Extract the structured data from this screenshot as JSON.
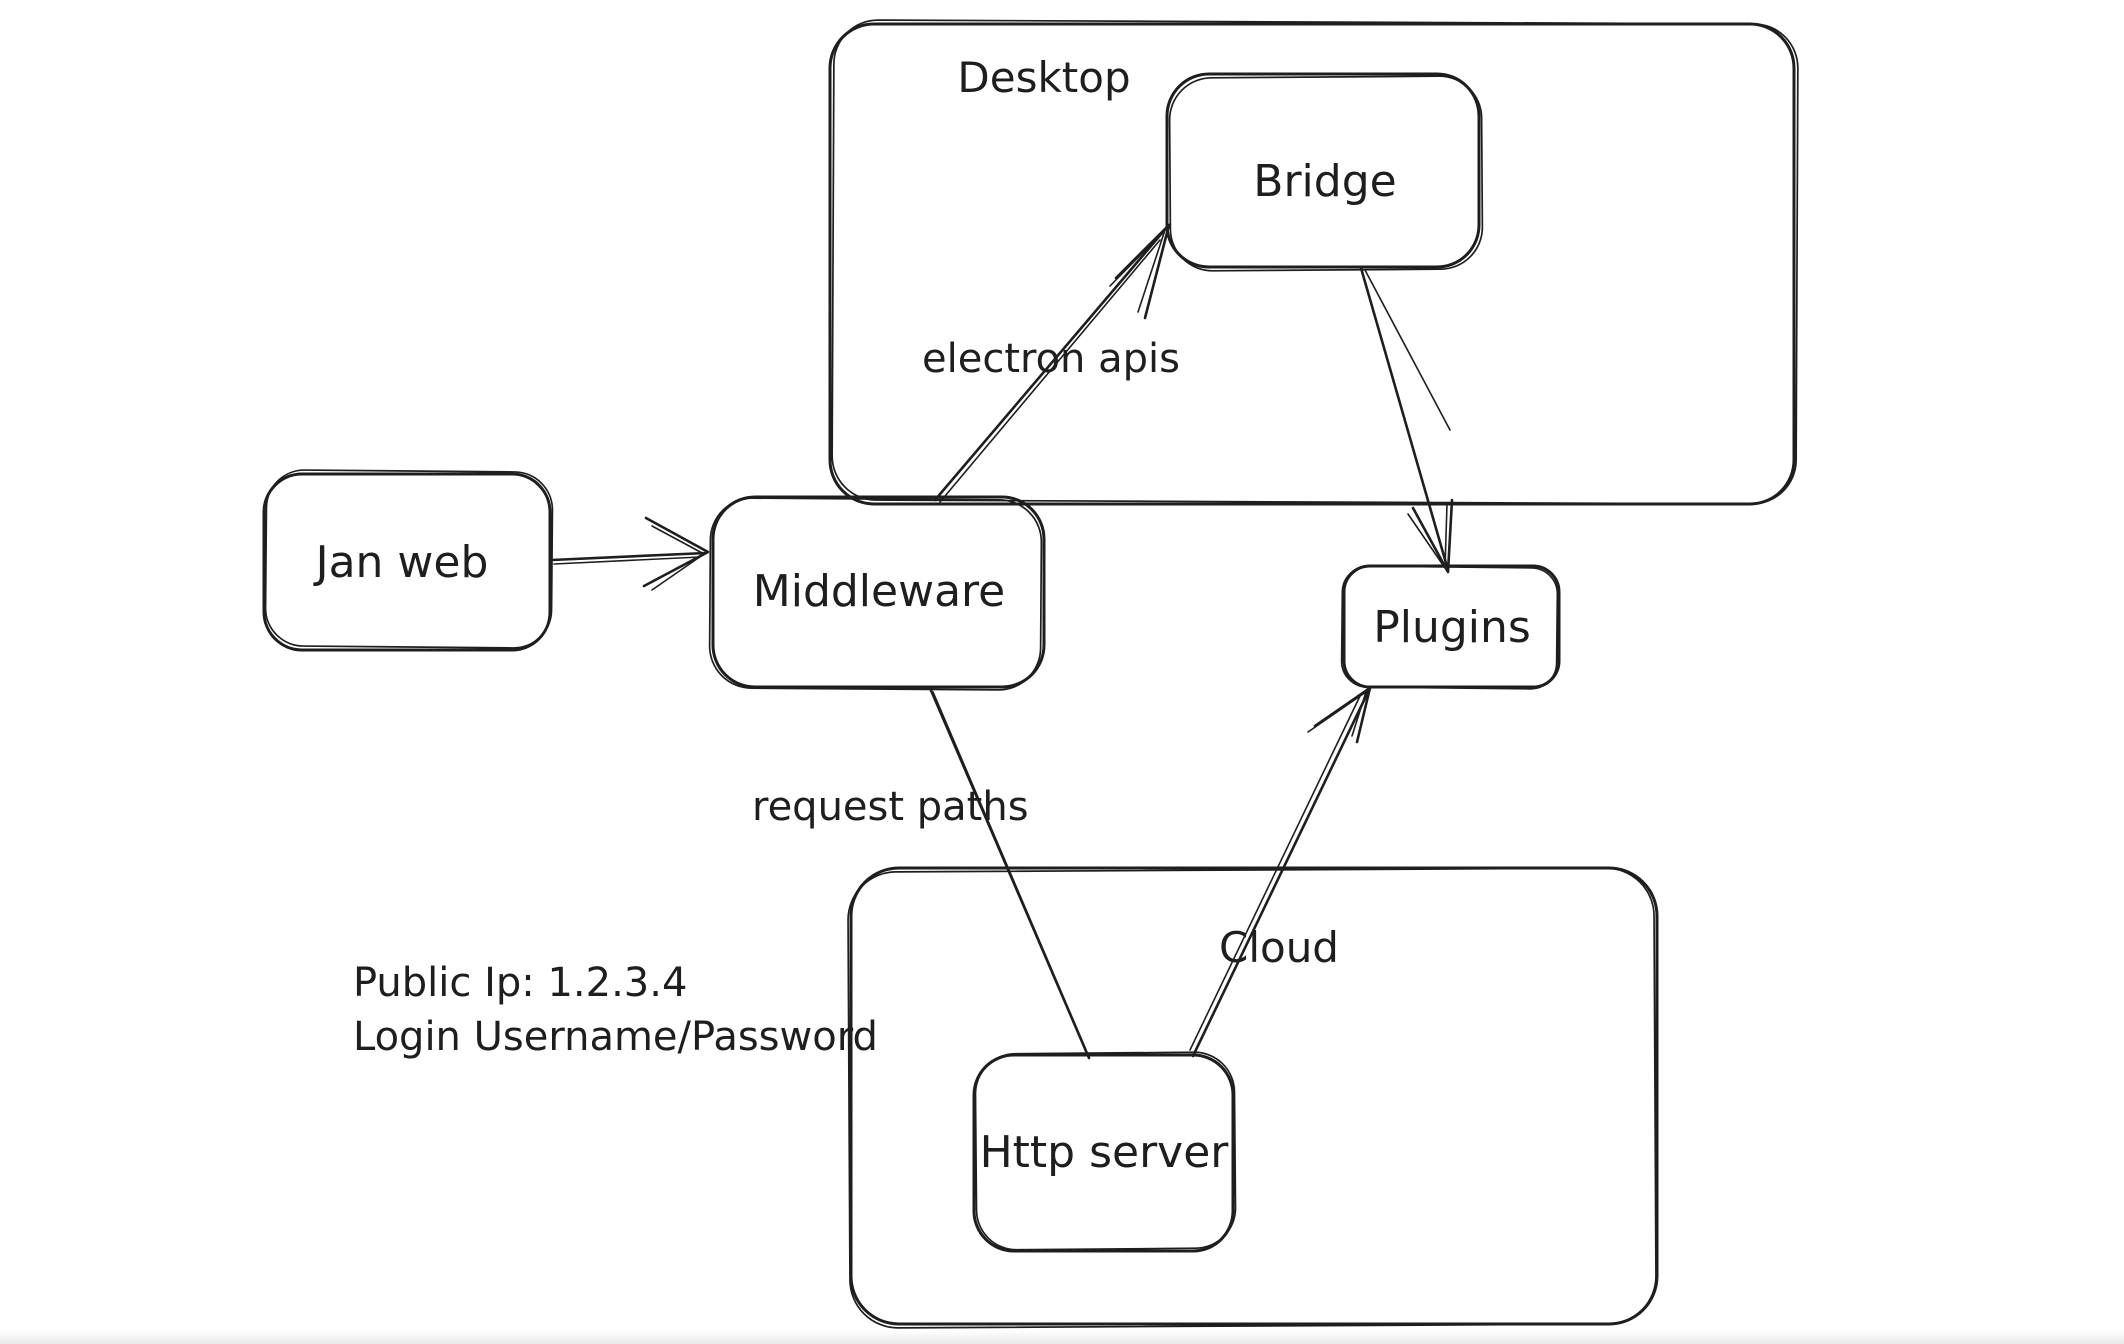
{
  "canvas": {
    "background": "#ffffff",
    "stroke": "#1e1e1e"
  },
  "containers": {
    "desktop": {
      "label": "Desktop"
    },
    "cloud": {
      "label": "Cloud"
    }
  },
  "nodes": {
    "jan_web": {
      "label": "Jan web"
    },
    "middleware": {
      "label": "Middleware"
    },
    "bridge": {
      "label": "Bridge"
    },
    "plugins": {
      "label": "Plugins"
    },
    "http_server": {
      "label": "Http server"
    }
  },
  "edges": {
    "jan_web_to_middleware": {
      "from": "Jan web",
      "to": "Middleware",
      "label": ""
    },
    "middleware_to_bridge": {
      "from": "Middleware",
      "to": "Bridge",
      "label": "electron apis"
    },
    "bridge_to_plugins": {
      "from": "Bridge",
      "to": "Plugins",
      "label": ""
    },
    "middleware_to_http_server": {
      "from": "Middleware",
      "to": "Http server",
      "label": "request paths"
    },
    "http_server_to_plugins": {
      "from": "Http server",
      "to": "Plugins",
      "label": ""
    }
  },
  "notes": {
    "line1": "Public Ip: 1.2.3.4",
    "line2": "Login Username/Password"
  }
}
